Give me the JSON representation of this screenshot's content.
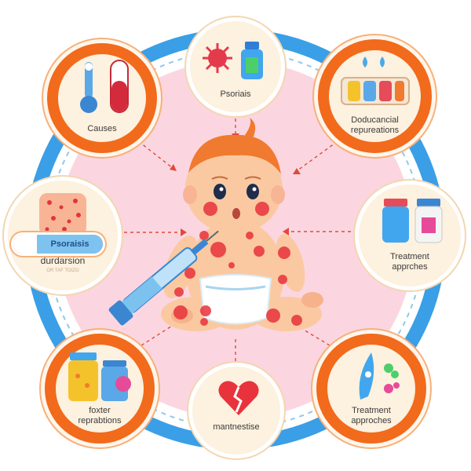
{
  "nodes": {
    "top_left": "Causes",
    "top": "Psoriais",
    "top_right_line1": "Doducancial",
    "top_right_line2": "repureations",
    "left_pill": "Psoraisis",
    "left_line1": "durdarsion",
    "left_small": "OR TAF TOIZO",
    "right_line1": "Treatment",
    "right_line2": "apprches",
    "bottom_left_line1": "foxter",
    "bottom_left_line2": "reprabtions",
    "bottom": "mantnestise",
    "bottom_right_line1": "Treatment",
    "bottom_right_line2": "approches"
  },
  "colors": {
    "ring_blue": "#3a9fe6",
    "inner_pink": "#fbd6e0",
    "node_orange": "#f26a1b",
    "node_cream": "#fdf1df",
    "rash_red": "#e8323c"
  },
  "icons": [
    "thermometer-icon",
    "test-tube-icon",
    "virus-icon",
    "medicine-bottle-icon",
    "droplets-icon",
    "pill-box-icon",
    "skin-patch-icon",
    "capsule-icon",
    "syringe-icon",
    "vials-icon",
    "jars-icon",
    "broken-heart-icon",
    "rocket-icon",
    "baby-figure"
  ]
}
